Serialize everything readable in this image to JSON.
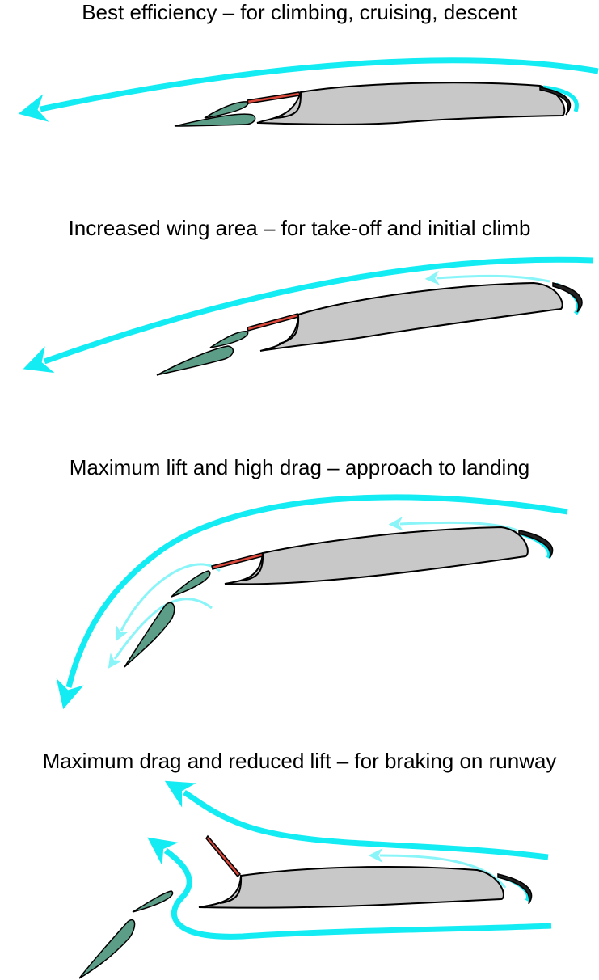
{
  "configurations": [
    {
      "caption": "Best efficiency – for climbing, cruising, descent"
    },
    {
      "caption": "Increased wing area – for take-off and initial climb"
    },
    {
      "caption": "Maximum lift and high drag – approach to landing"
    },
    {
      "caption": "Maximum drag and reduced lift – for braking on runway"
    }
  ],
  "colors": {
    "airflow": "#14ecf3",
    "airflow_light": "#8af5f8",
    "wing_fill": "#c8c8c8",
    "flap_fill": "#5b9d86",
    "spoiler": "#d9483b",
    "outline": "#000000"
  }
}
